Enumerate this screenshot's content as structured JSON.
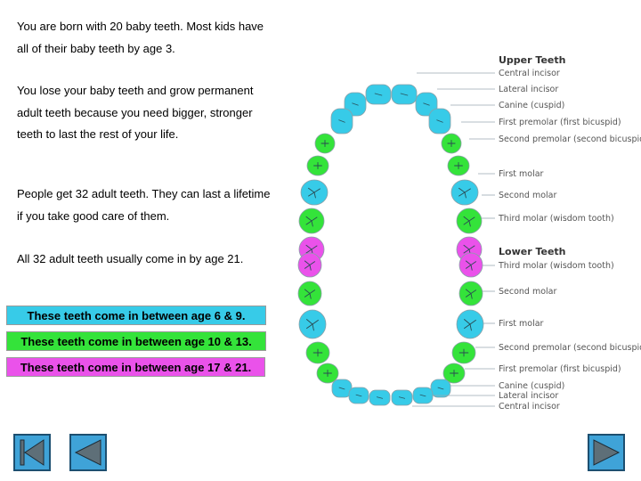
{
  "text": {
    "p1": "You are born with 20 baby teeth.  Most kids have all of their baby teeth by age 3.",
    "p2": "You lose your baby teeth and grow permanent adult teeth because you need bigger, stronger teeth to last the rest of your life.",
    "p3": "People get 32 adult teeth.  They can last a lifetime if you take good care of them.",
    "p4": "All 32 adult teeth usually come in by age 21."
  },
  "legend": [
    {
      "label": "These teeth come in between age 6 & 9.",
      "color": "#37cbe8"
    },
    {
      "label": "These teeth come in between age 10 & 13.",
      "color": "#34e33a"
    },
    {
      "label": "These teeth come in between age 17 & 21.",
      "color": "#ea52ea"
    }
  ],
  "diagram": {
    "upper_title": "Upper Teeth",
    "upper_labels": [
      "Central incisor",
      "Lateral incisor",
      "Canine (cuspid)",
      "First premolar (first bicuspid)",
      "Second premolar (second bicuspid)",
      "First molar",
      "Second molar",
      "Third molar (wisdom tooth)"
    ],
    "lower_title": "Lower Teeth",
    "lower_labels": [
      "Third molar (wisdom tooth)",
      "Second molar",
      "First molar",
      "Second premolar (second bicuspid)",
      "First premolar (first bicuspid)",
      "Canine (cuspid)",
      "Lateral incisor",
      "Central incisor"
    ]
  },
  "nav": {
    "first": "skip-to-start-icon",
    "previous": "back-arrow-icon",
    "next": "forward-arrow-icon",
    "color": "#3fa3d8"
  }
}
